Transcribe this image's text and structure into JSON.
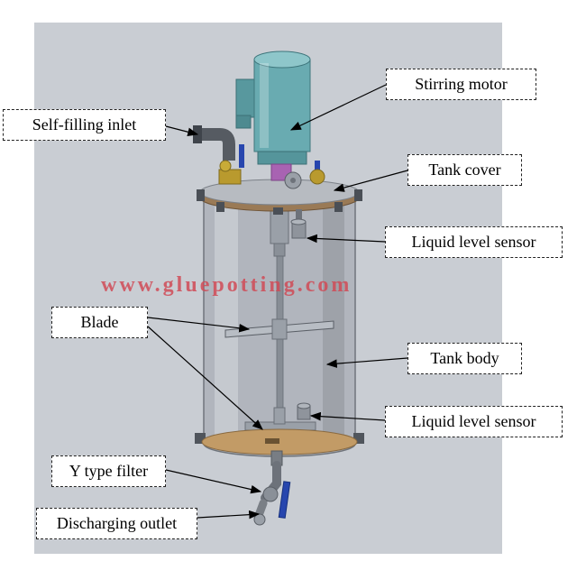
{
  "watermark": "www.gluepotting.com",
  "labels": {
    "stirring_motor": "Stirring motor",
    "self_filling_inlet": "Self-filling inlet",
    "tank_cover": "Tank cover",
    "liquid_level_sensor_upper": "Liquid level sensor",
    "blade": "Blade",
    "tank_body": "Tank body",
    "liquid_level_sensor_lower": "Liquid level sensor",
    "y_type_filter": "Y type filter",
    "discharging_outlet": "Discharging outlet"
  },
  "colors": {
    "photo_background": "#c9cdd3",
    "motor_teal": "#69abb1",
    "tank_base_tan": "#c29b66",
    "valve_handle_blue": "#2746ae",
    "brass_fitting": "#b99a2e",
    "watermark_red": "#d04a56",
    "label_border": "#222222"
  }
}
